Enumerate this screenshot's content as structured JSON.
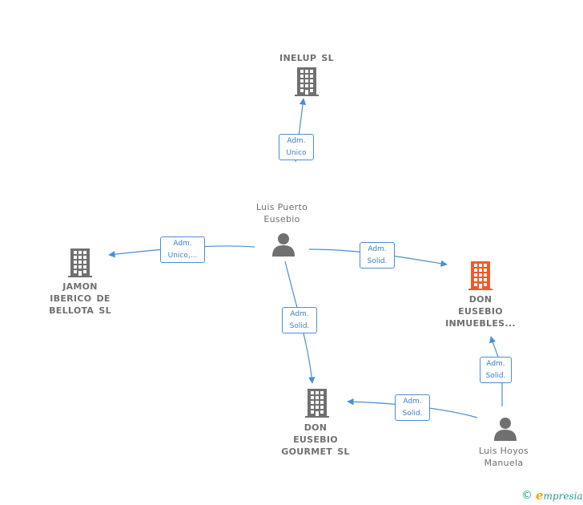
{
  "colors": {
    "edge": "#4a8ed4",
    "node": "#707070",
    "highlight": "#f05a28",
    "label_text": "#3a7fc8"
  },
  "nodes": {
    "inelup": {
      "type": "company",
      "icon": "building-icon",
      "label_lines": [
        "INELUP  SL"
      ]
    },
    "jamon": {
      "type": "company",
      "icon": "building-icon",
      "label_lines": [
        "JAMON",
        "IBERICO DE",
        "BELLOTA  SL"
      ]
    },
    "inmuebles": {
      "type": "company",
      "icon": "building-icon",
      "highlight": true,
      "label_lines": [
        "DON",
        "EUSEBIO",
        "INMUEBLES..."
      ]
    },
    "gourmet": {
      "type": "company",
      "icon": "building-icon",
      "label_lines": [
        "DON",
        "EUSEBIO",
        "GOURMET  SL"
      ]
    },
    "luis_puerto": {
      "type": "person",
      "icon": "person-icon",
      "label_lines": [
        "Luis Puerto",
        "Eusebio"
      ]
    },
    "luis_hoyos": {
      "type": "person",
      "icon": "person-icon",
      "label_lines": [
        "Luis Hoyos",
        "Manuela"
      ]
    }
  },
  "edges": [
    {
      "from": "luis_puerto",
      "to": "inelup",
      "label_lines": [
        "Adm.",
        "Unico"
      ]
    },
    {
      "from": "luis_puerto",
      "to": "jamon",
      "label_lines": [
        "Adm.",
        "Unico,..."
      ]
    },
    {
      "from": "luis_puerto",
      "to": "inmuebles",
      "label_lines": [
        "Adm.",
        "Solid."
      ]
    },
    {
      "from": "luis_puerto",
      "to": "gourmet",
      "label_lines": [
        "Adm.",
        "Solid."
      ]
    },
    {
      "from": "luis_hoyos",
      "to": "inmuebles",
      "label_lines": [
        "Adm.",
        "Solid."
      ]
    },
    {
      "from": "luis_hoyos",
      "to": "gourmet",
      "label_lines": [
        "Adm.",
        "Solid."
      ]
    }
  ],
  "footer": {
    "copyright": "©",
    "brand_initial": "e",
    "brand_rest": "mpresia"
  }
}
